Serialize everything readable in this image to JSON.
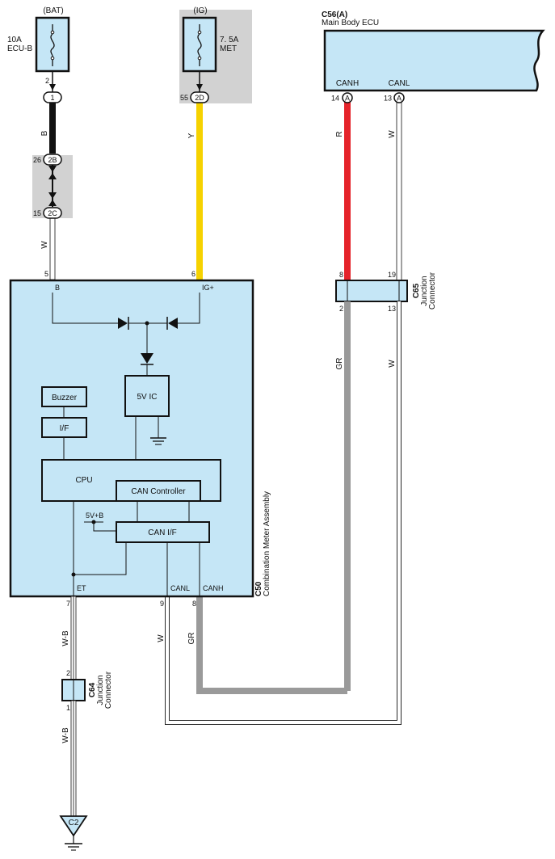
{
  "colors": {
    "box_fill": "#c5e6f6",
    "gray_zone": "#d2d2d2",
    "wire_B": "#111111",
    "wire_Y": "#f6d200",
    "wire_R": "#e5232a",
    "wire_GR": "#9a9a9a",
    "wire_W": "#ffffff",
    "stroke": "#111111"
  },
  "fuses": {
    "bat_label": "(BAT)",
    "bat_rating": "10A",
    "bat_name": "ECU-B",
    "ig_label": "(IG)",
    "ig_rating": "7. 5A",
    "ig_name": "MET"
  },
  "ecu": {
    "code": "C56(A)",
    "name": "Main Body ECU",
    "canh_label": "CANH",
    "canl_label": "CANL",
    "canh_pin": "14",
    "canl_pin": "13",
    "canh_conn": "A",
    "canl_conn": "A"
  },
  "connectors": {
    "fuse_pin": "2",
    "c1_id": "1",
    "c2d_pin": "55",
    "c2d_id": "2D",
    "c2b_pin": "26",
    "c2b_id": "2B",
    "c2c_pin": "15",
    "c2c_id": "2C"
  },
  "wires": {
    "b": "B",
    "w": "W",
    "y": "Y",
    "r": "R",
    "gr": "GR",
    "wb": "W-B"
  },
  "meter": {
    "code": "C50",
    "name": "Combination Meter Assembly",
    "pin_b": "5",
    "label_b": "B",
    "pin_ig": "6",
    "label_ig": "IG+",
    "pin_et": "7",
    "label_et": "ET",
    "pin_canl": "9",
    "label_canl": "CANL",
    "pin_canh": "8",
    "label_canh": "CANH",
    "buzzer": "Buzzer",
    "if": "I/F",
    "ic": "5V IC",
    "cpu": "CPU",
    "can_controller": "CAN Controller",
    "can_if": "CAN I/F",
    "v5b": "5V+B"
  },
  "c65": {
    "code": "C65",
    "line1": "Junction",
    "line2": "Connector",
    "pin_top_left": "8",
    "pin_top_right": "19",
    "pin_bot_left": "2",
    "pin_bot_right": "13"
  },
  "c64": {
    "code": "C64",
    "line1": "Junction",
    "line2": "Connector",
    "pin_top": "2",
    "pin_bot": "1"
  },
  "ground": {
    "id": "C2"
  }
}
